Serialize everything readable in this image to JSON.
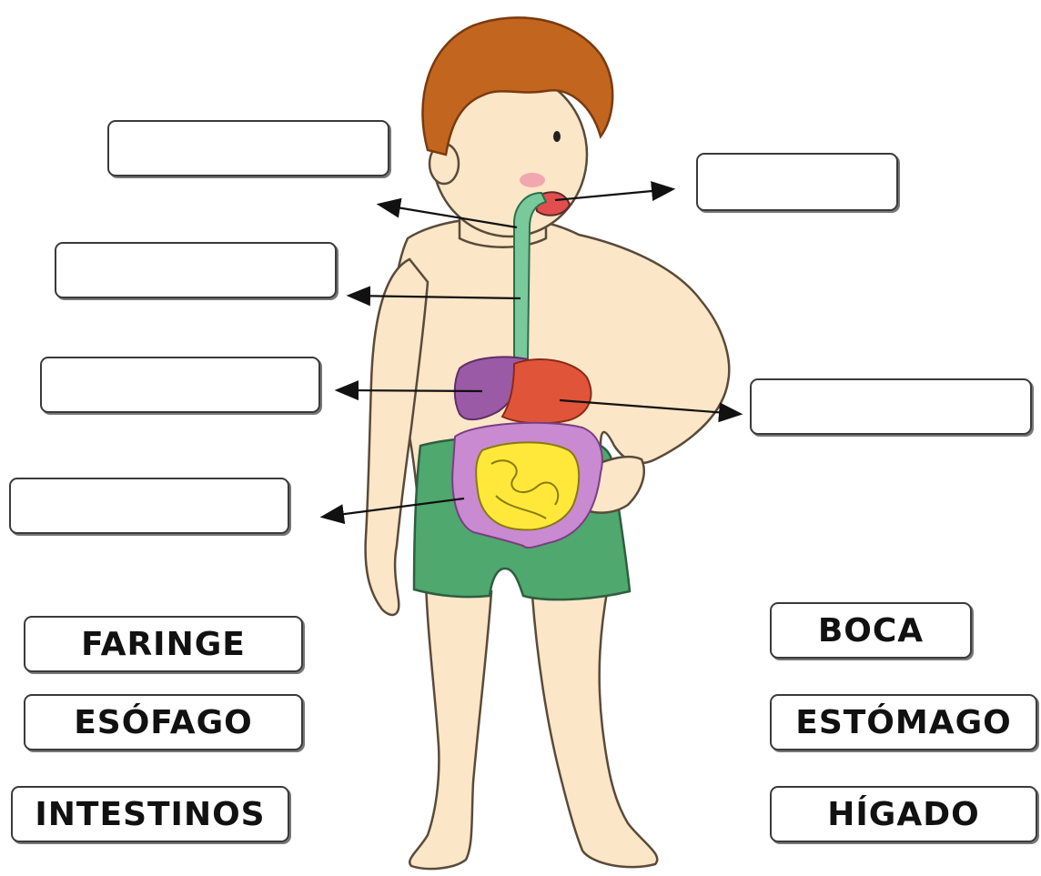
{
  "diagram": {
    "colors": {
      "skin": "#fbe6c7",
      "skin_outline": "#5a4a3a",
      "hair": "#c2651f",
      "shorts": "#4fa86e",
      "tract": "#79c99a",
      "liver": "#9b5aa6",
      "stomach": "#e0553a",
      "large_intestine": "#c98ad1",
      "small_intestine": "#ffe83a",
      "arrow": "#111111"
    },
    "answer_boxes": [
      "",
      "",
      "",
      "",
      "",
      ""
    ],
    "word_cards": {
      "faringe": "FARINGE",
      "esofago": "ESÓFAGO",
      "intestinos": "INTESTINOS",
      "boca": "BOCA",
      "estomago": "ESTÓMAGO",
      "higado": "HÍGADO"
    }
  }
}
